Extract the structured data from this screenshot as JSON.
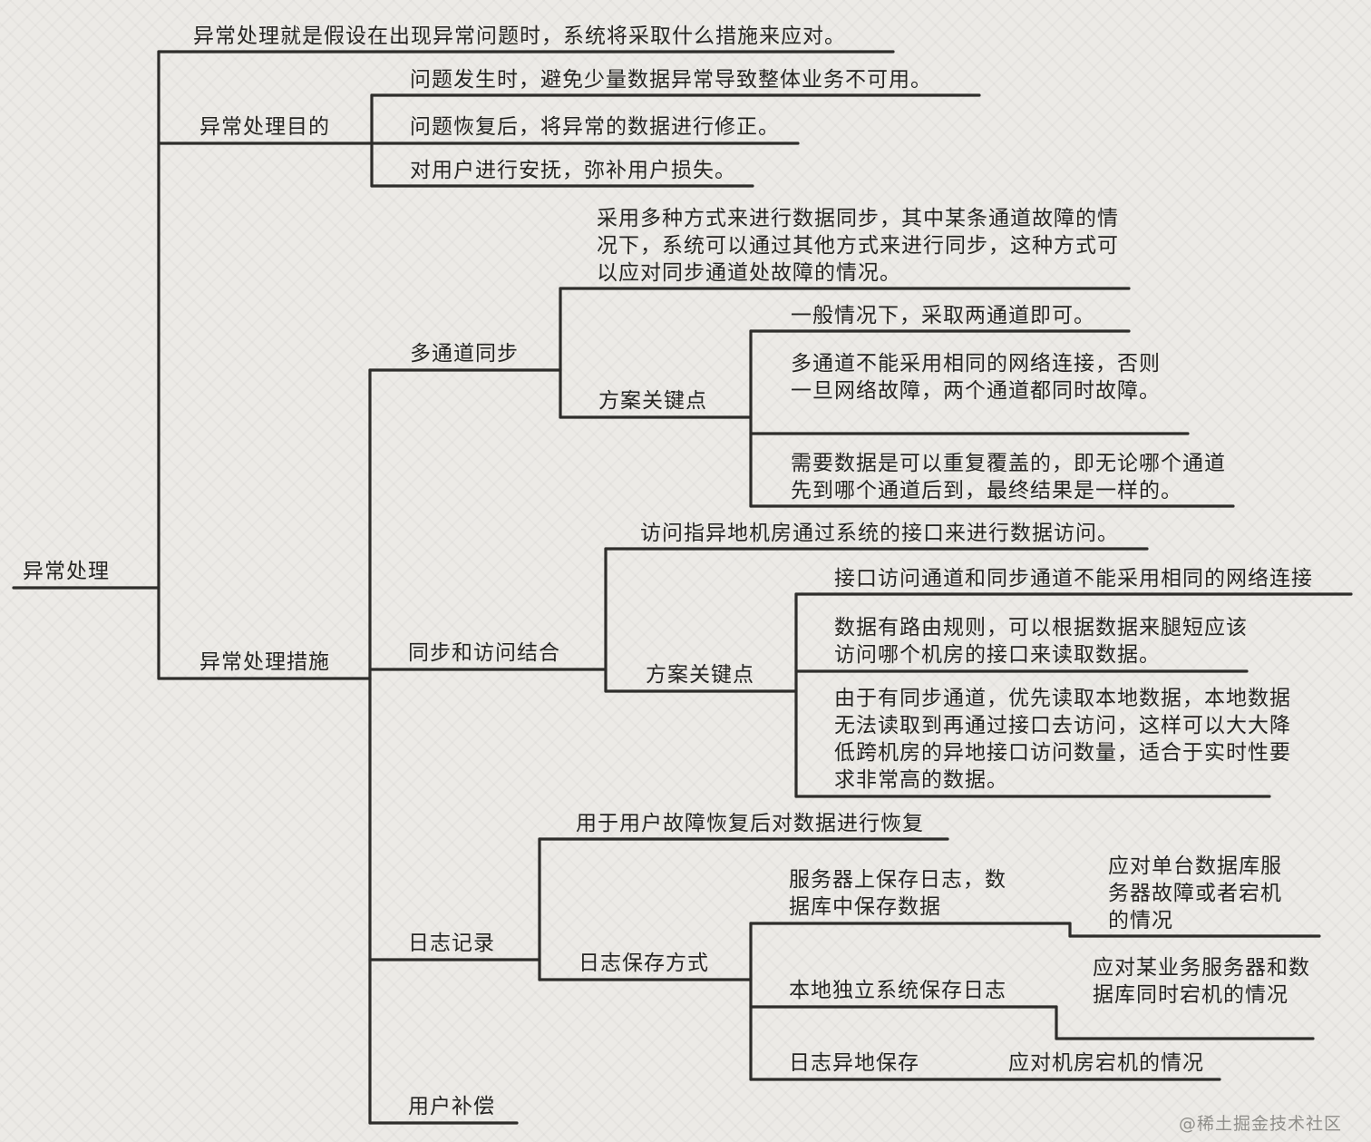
{
  "watermark": "@稀土掘金技术社区",
  "mindmap": {
    "root": "异常处理",
    "root_note": "异常处理就是假设在出现异常问题时，系统将采取什么措施来应对。",
    "purpose": {
      "label": "异常处理目的",
      "items": [
        "问题发生时，避免少量数据异常导致整体业务不可用。",
        "问题恢复后，将异常的数据进行修正。",
        "对用户进行安抚，弥补用户损失。"
      ]
    },
    "measures": {
      "label": "异常处理措施",
      "multi_channel": {
        "label": "多通道同步",
        "note": "采用多种方式来进行数据同步，其中某条通道故障的情况下，系统可以通过其他方式来进行同步，这种方式可以应对同步通道处故障的情况。",
        "key_points": {
          "label": "方案关键点",
          "items": [
            "一般情况下，采取两通道即可。",
            "多通道不能采用相同的网络连接，否则一旦网络故障，两个通道都同时故障。",
            "需要数据是可以重复覆盖的，即无论哪个通道先到哪个通道后到，最终结果是一样的。"
          ]
        }
      },
      "sync_access": {
        "label": "同步和访问结合",
        "note": "访问指异地机房通过系统的接口来进行数据访问。",
        "key_points": {
          "label": "方案关键点",
          "items": [
            "接口访问通道和同步通道不能采用相同的网络连接",
            "数据有路由规则，可以根据数据来腿短应该访问哪个机房的接口来读取数据。",
            "由于有同步通道，优先读取本地数据，本地数据无法读取到再通过接口去访问，这样可以大大降低跨机房的异地接口访问数量，适合于实时性要求非常高的数据。"
          ]
        }
      },
      "logging": {
        "label": "日志记录",
        "note": "用于用户故障恢复后对数据进行恢复",
        "save_methods": {
          "label": "日志保存方式",
          "items": [
            {
              "method": "服务器上保存日志，数据库中保存数据",
              "scenario": "应对单台数据库服务器故障或者宕机的情况"
            },
            {
              "method": "本地独立系统保存日志",
              "scenario": "应对某业务服务器和数据库同时宕机的情况"
            },
            {
              "method": "日志异地保存",
              "scenario": "应对机房宕机的情况"
            }
          ]
        }
      },
      "compensation": {
        "label": "用户补偿"
      }
    }
  }
}
